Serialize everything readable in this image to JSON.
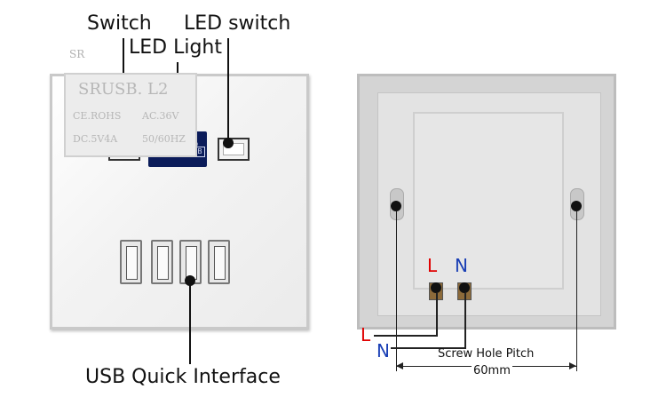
{
  "front_labels": {
    "switch": "Switch",
    "led_light": "LED Light",
    "led_switch": "LED switch",
    "usb_interface": "USB Quick Interface"
  },
  "usb_badge": {
    "text": "USB",
    "small_text": "",
    "box_text": "B"
  },
  "back_labels": {
    "model_top": "SR",
    "model": "SRUSB. L2",
    "spec_left_1": "CE.ROHS",
    "spec_right_1": "AC.36V",
    "spec_left_2": "DC.5V4A",
    "spec_right_2": "50/60HZ",
    "terminal_L": "L",
    "terminal_N": "N",
    "wire_L": "L",
    "wire_N": "N",
    "screw_pitch": "Screw Hole Pitch",
    "pitch_value": "60mm"
  },
  "colors": {
    "live": "#e00000",
    "neutral": "#1a3fb5",
    "badge": "#0b1c5a"
  }
}
